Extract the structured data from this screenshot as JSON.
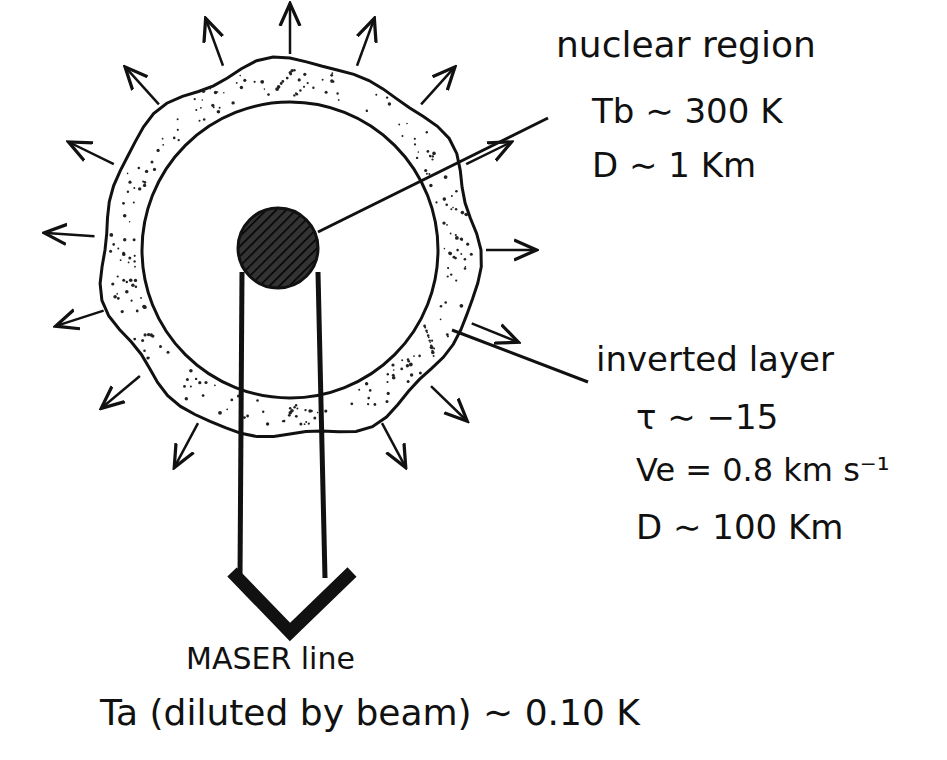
{
  "diagram": {
    "labels": [
      "nuclear region",
      "Tb ∼ 300 K",
      "D ∼ 1 Km",
      "inverted layer",
      "τ ∼ −15",
      "Ve = 0.8 km s⁻¹",
      "D ∼ 100 Km",
      "MASER line",
      "Ta (diluted by beam) ∼ 0.10 K"
    ]
  }
}
